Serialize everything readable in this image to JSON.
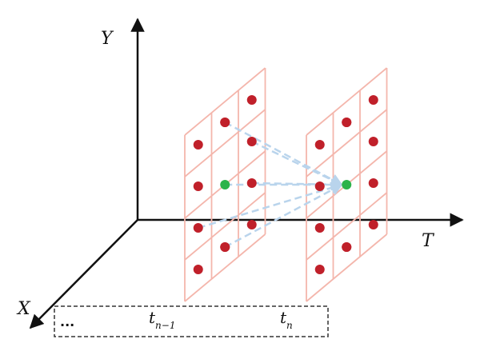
{
  "axes": {
    "y_label": "Y",
    "t_label": "T",
    "x_label": "X"
  },
  "timeline": {
    "ellipsis": "...",
    "t_prev": {
      "base": "t",
      "sub": "n−1"
    },
    "t_curr": {
      "base": "t",
      "sub": "n"
    }
  },
  "colors": {
    "axis": "#111111",
    "grid": "#f4b6ac",
    "node": "#c0202a",
    "target_node": "#2db34a",
    "arrow": "#b9d4ec",
    "box_border": "#333333"
  },
  "grid": {
    "rows": 4,
    "cols": 3
  }
}
